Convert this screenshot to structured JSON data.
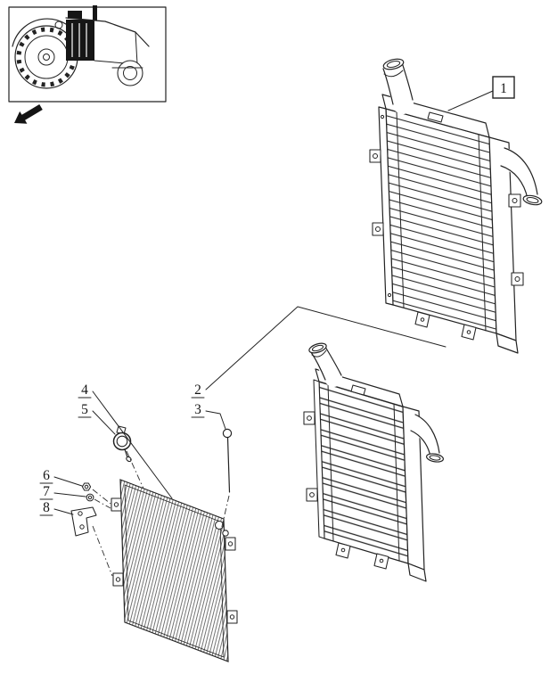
{
  "figure": {
    "background": "#ffffff",
    "line_color": "#232323",
    "kind": "exploded-parts-diagram"
  },
  "inset": {
    "thumbnail_icon": "tractor-side-view-engine-location",
    "arrow_icon": "bold-arrow-lower-left"
  },
  "callouts": {
    "c1": "1",
    "c2": "2",
    "c3": "3",
    "c4": "4",
    "c5": "5",
    "c6": "6",
    "c7": "7",
    "c8": "8"
  }
}
